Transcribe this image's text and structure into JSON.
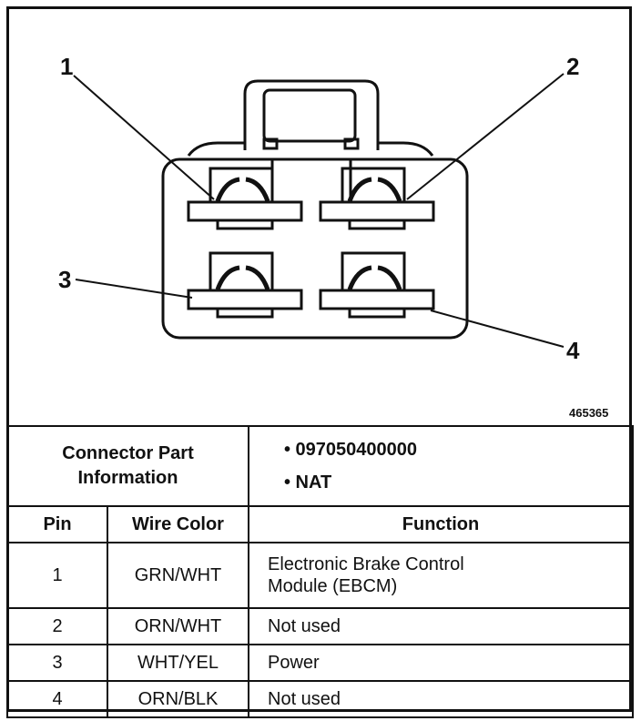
{
  "figure": {
    "callouts": [
      {
        "label": "1",
        "pin": 1
      },
      {
        "label": "2",
        "pin": 2
      },
      {
        "label": "3",
        "pin": 3
      },
      {
        "label": "4",
        "pin": 4
      }
    ],
    "figure_id": "465365"
  },
  "table": {
    "part_info_label_line1": "Connector Part",
    "part_info_label_line2": "Information",
    "part_numbers": [
      "• 097050400000",
      "• NAT"
    ],
    "headers": {
      "pin": "Pin",
      "wire_color": "Wire Color",
      "function": "Function"
    },
    "rows": [
      {
        "pin": "1",
        "wire_color": "GRN/WHT",
        "function_line1": "Electronic Brake Control",
        "function_line2": "Module (EBCM)"
      },
      {
        "pin": "2",
        "wire_color": "ORN/WHT",
        "function_line1": "Not used",
        "function_line2": ""
      },
      {
        "pin": "3",
        "wire_color": "WHT/YEL",
        "function_line1": "Power",
        "function_line2": ""
      },
      {
        "pin": "4",
        "wire_color": "ORN/BLK",
        "function_line1": "Not used",
        "function_line2": ""
      }
    ]
  }
}
